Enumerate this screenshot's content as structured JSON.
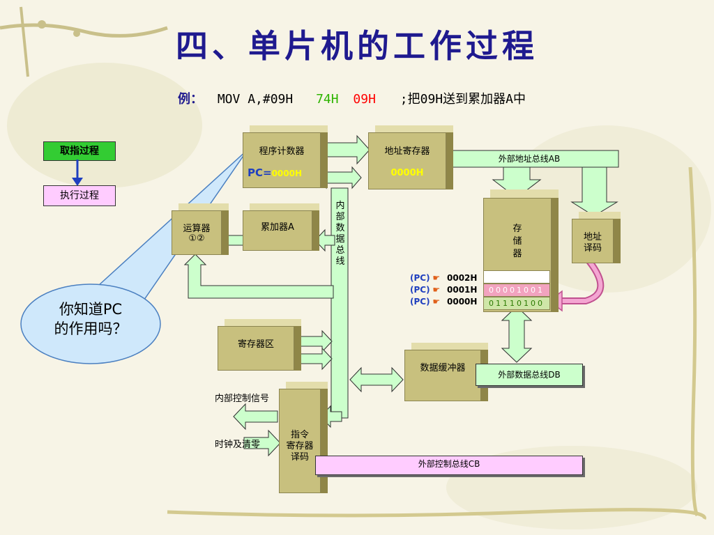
{
  "title": "四、单片机的工作过程",
  "example": {
    "prefix": "例：",
    "instruction": "MOV A,#09H",
    "opcode": "74H",
    "operand": "09H",
    "comment": ";把09H送到累加器A中"
  },
  "steps": {
    "fetch": "取指过程",
    "execute": "执行过程"
  },
  "bubble": {
    "line1": "你知道PC",
    "line2": "的作用吗？"
  },
  "blocks": {
    "pc": "程序计数器",
    "pc_value_label": "PC=",
    "pc_value": "0000H",
    "addr_reg": "地址寄存器",
    "addr_reg_value": "0000H",
    "alu_line1": "运算器",
    "alu_line2": "①②",
    "acc": "累加器A",
    "reg_area": "寄存器区",
    "data_buffer": "数据缓冲器",
    "ir_line1": "指令",
    "ir_line2": "寄存器",
    "ir_line3": "译码",
    "memory_line1": "存",
    "memory_line2": "储",
    "memory_line3": "器",
    "addr_decode_line1": "地址",
    "addr_decode_line2": "译码"
  },
  "buses": {
    "internal": [
      "内",
      "部",
      "数",
      "据",
      "总",
      "线"
    ],
    "ab": "外部地址总线AB",
    "db": "外部数据总线DB",
    "cb": "外部控制总线CB"
  },
  "signals": {
    "internal_ctrl": "内部控制信号",
    "clock_reset": "时钟及清零"
  },
  "memory_rows": [
    {
      "pc": "(PC)",
      "addr": "0002H",
      "bits": "",
      "color": "#ffffff"
    },
    {
      "pc": "(PC)",
      "addr": "0001H",
      "bits": "00001001",
      "color": "#f2a3bf"
    },
    {
      "pc": "(PC)",
      "addr": "0000H",
      "bits": "01110100",
      "color": "#cfe6a8"
    }
  ],
  "colors": {
    "title": "#1f1a8f",
    "opcode": "#2db400",
    "operand": "#ff0000",
    "bus": "#ccffcc",
    "cb": "#ffccff",
    "pc_value": "#ffff00"
  }
}
